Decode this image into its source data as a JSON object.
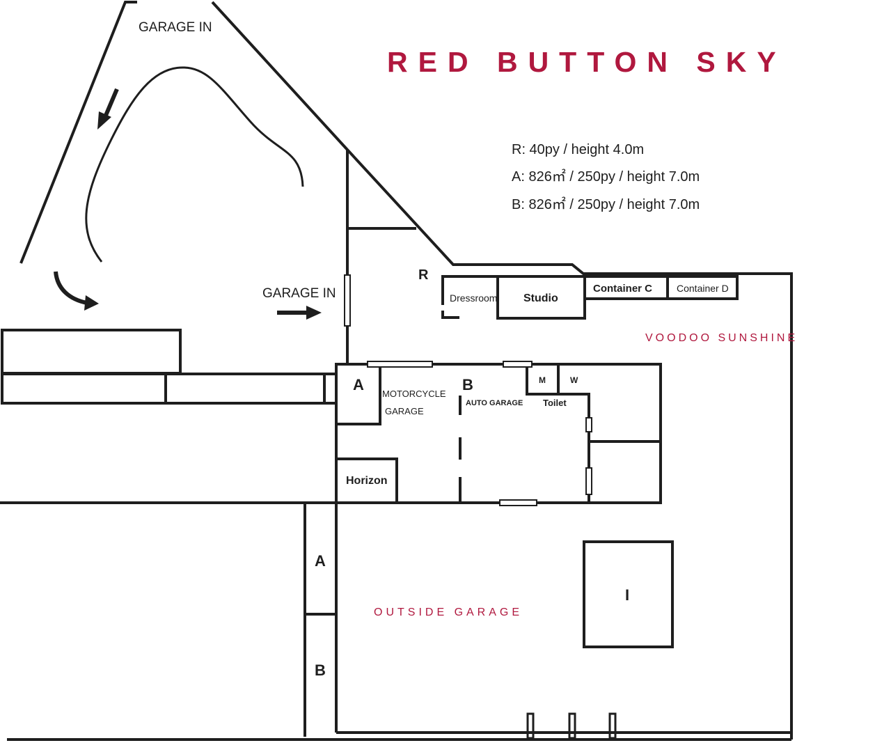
{
  "title": "RED BUTTON SKY",
  "specs": [
    "R: 40py / height 4.0m",
    "A: 826㎡ / 250py / height 7.0m",
    "B: 826㎡ / 250py / height 7.0m"
  ],
  "labels": {
    "garage_in_top": "GARAGE IN",
    "garage_in_mid": "GARAGE IN",
    "room_r": "R",
    "dressroom": "Dressroom",
    "studio": "Studio",
    "container_c": "Container C",
    "container_d": "Container D",
    "voodoo": "VOODOO SUNSHINE",
    "studio_a": "A",
    "motorcycle": "MOTORCYCLE",
    "garage_word": "GARAGE",
    "studio_b": "B",
    "auto_garage": "AUTO GARAGE",
    "toilet_m": "M",
    "toilet_w": "W",
    "toilet": "Toilet",
    "horizon": "Horizon",
    "outside_a": "A",
    "outside_b": "B",
    "outside_garage": "OUTSIDE GARAGE",
    "box_i": "I"
  },
  "colors": {
    "accent": "#b0183e",
    "line": "#1e1e1e",
    "background": "#ffffff"
  }
}
